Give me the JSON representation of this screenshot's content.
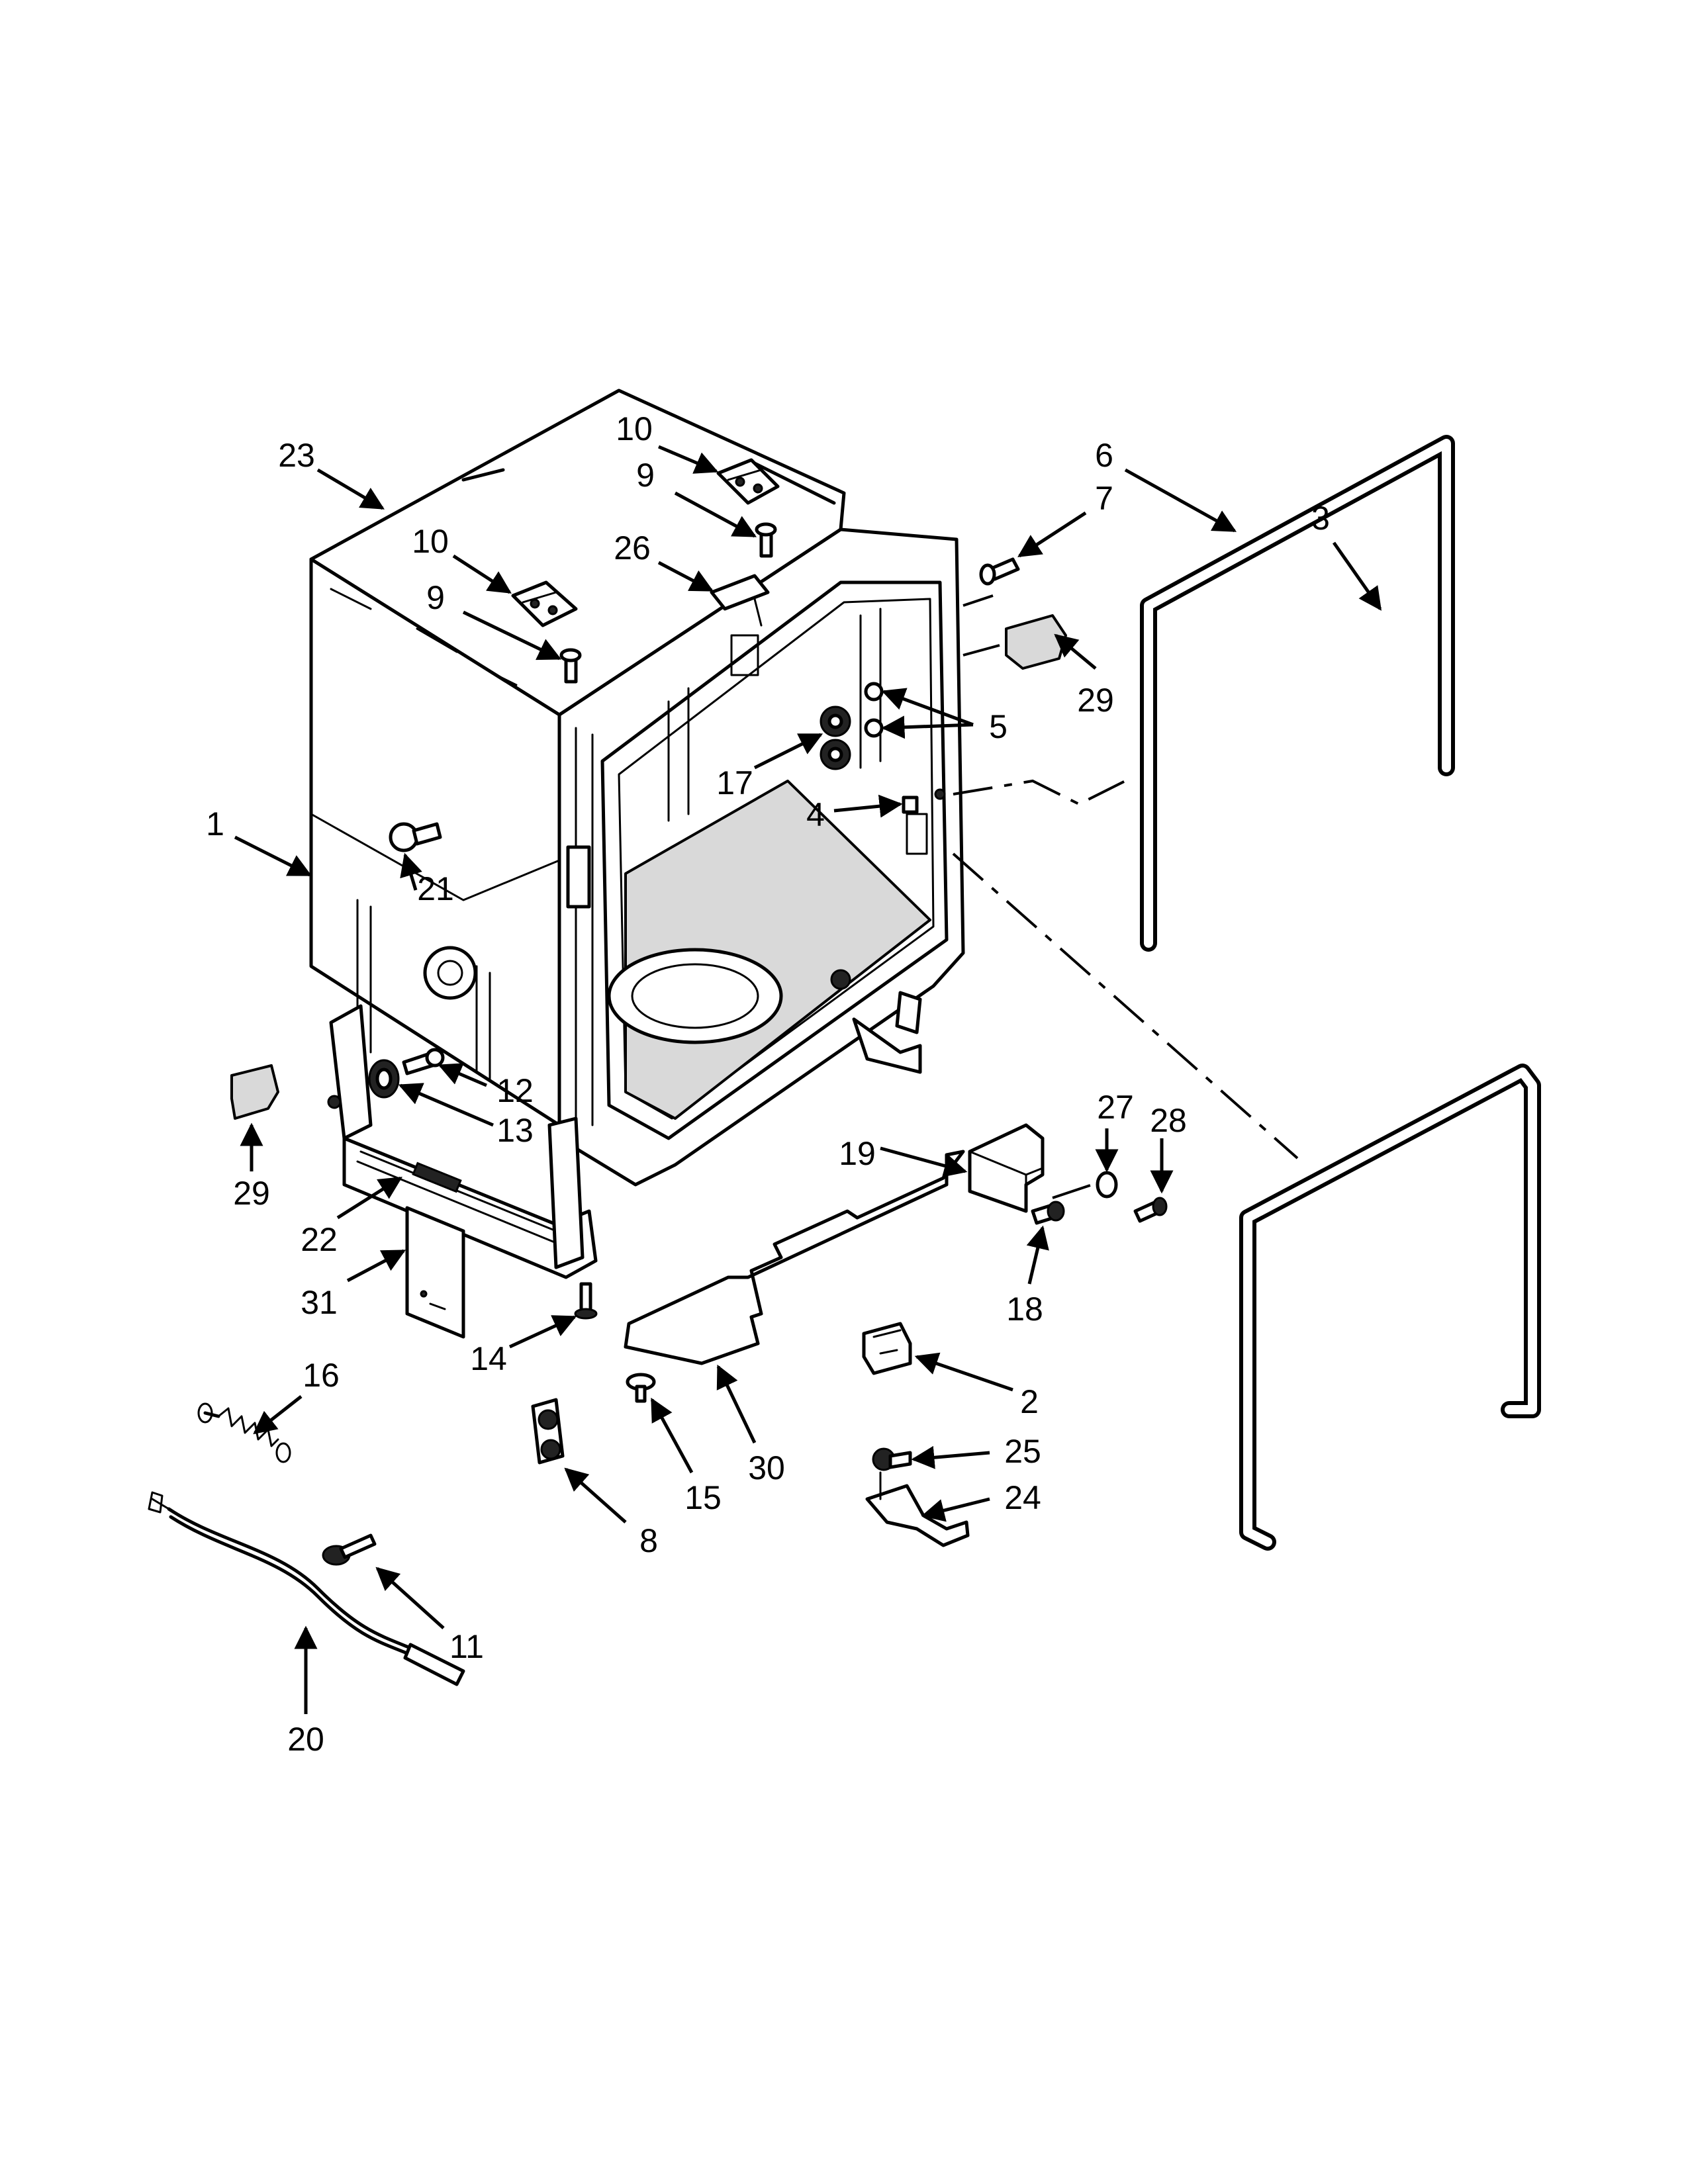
{
  "callouts": [
    {
      "id": "c23",
      "label": "23"
    },
    {
      "id": "c10a",
      "label": "10"
    },
    {
      "id": "c9a",
      "label": "9"
    },
    {
      "id": "c10b",
      "label": "10"
    },
    {
      "id": "c9b",
      "label": "9"
    },
    {
      "id": "c26",
      "label": "26"
    },
    {
      "id": "c6",
      "label": "6"
    },
    {
      "id": "c7",
      "label": "7"
    },
    {
      "id": "c29a",
      "label": "29"
    },
    {
      "id": "c5",
      "label": "5"
    },
    {
      "id": "c17",
      "label": "17"
    },
    {
      "id": "c4",
      "label": "4"
    },
    {
      "id": "c1",
      "label": "1"
    },
    {
      "id": "c21",
      "label": "21"
    },
    {
      "id": "c3",
      "label": "3"
    },
    {
      "id": "c27",
      "label": "27"
    },
    {
      "id": "c28",
      "label": "28"
    },
    {
      "id": "c19",
      "label": "19"
    },
    {
      "id": "c12",
      "label": "12"
    },
    {
      "id": "c13",
      "label": "13"
    },
    {
      "id": "c29b",
      "label": "29"
    },
    {
      "id": "c22",
      "label": "22"
    },
    {
      "id": "c18",
      "label": "18"
    },
    {
      "id": "c31",
      "label": "31"
    },
    {
      "id": "c14",
      "label": "14"
    },
    {
      "id": "c2",
      "label": "2"
    },
    {
      "id": "c16",
      "label": "16"
    },
    {
      "id": "c30",
      "label": "30"
    },
    {
      "id": "c15",
      "label": "15"
    },
    {
      "id": "c25",
      "label": "25"
    },
    {
      "id": "c24",
      "label": "24"
    },
    {
      "id": "c8",
      "label": "8"
    },
    {
      "id": "c11",
      "label": "11"
    },
    {
      "id": "c20",
      "label": "20"
    }
  ]
}
